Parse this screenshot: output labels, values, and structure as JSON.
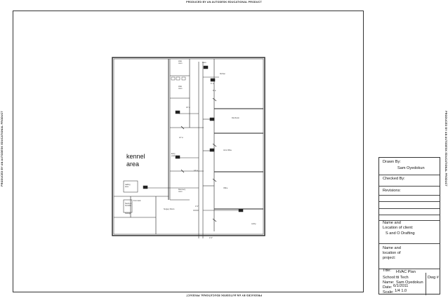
{
  "stamps": {
    "educational": "PRODUCED BY AN AUTODESK EDUCATIONAL PRODUCT"
  },
  "plan": {
    "area_label_1": "kennel",
    "area_label_2": "area",
    "room_labels": {
      "toilet_1": "toilet",
      "toilet_1b": "room",
      "toilet_2": "toilet",
      "toilet_2b": "room",
      "store_1": "Store",
      "kitchen": "Kitchen",
      "file_room": "File Room",
      "vet_office": "Vet's Office",
      "office": "Office",
      "lobby": "Lobby",
      "surgery_room": "Surgery Room",
      "sterilizer": "Sterile &",
      "sterilizer_b": "Scrubbn",
      "storage": "Storage",
      "recovery": "Recovery",
      "recovery_b": "room",
      "waiting": "waiting",
      "waiting_b": "area",
      "front_desk": "front desk",
      "entry": "Entry",
      "exam": "exam"
    },
    "duct_sizes": [
      "6\" ø",
      "8\" ø",
      "10\" ø",
      "12\" ø",
      "14\" ø",
      "2'-0\"",
      "2'-0\"",
      "2'-0\"",
      "2'-0\""
    ]
  },
  "title_block": {
    "drawn_by_label": "Drawn By:",
    "drawn_by_value": "Sam Oyedokun",
    "checked_by_label": "Checked By:",
    "revisions_label": "Revisions:",
    "client_label_1": "Name and",
    "client_label_2": "Location of client:",
    "client_value": "S and O Drafting",
    "project_label_1": "Name and",
    "project_label_2": "location of",
    "project_label_3": "project:",
    "title_label": "Title:",
    "title_value": "HVAC Plan",
    "school_label": "School:",
    "school_value": "tti Tech",
    "dwg_label": "Dwg #",
    "name_label": "Name:",
    "name_value": "Sam Oyedokun",
    "date_label": "Date:",
    "date_value": "6/1/2011",
    "scale_label": "Scale:",
    "scale_value": "1/4 1.0"
  }
}
